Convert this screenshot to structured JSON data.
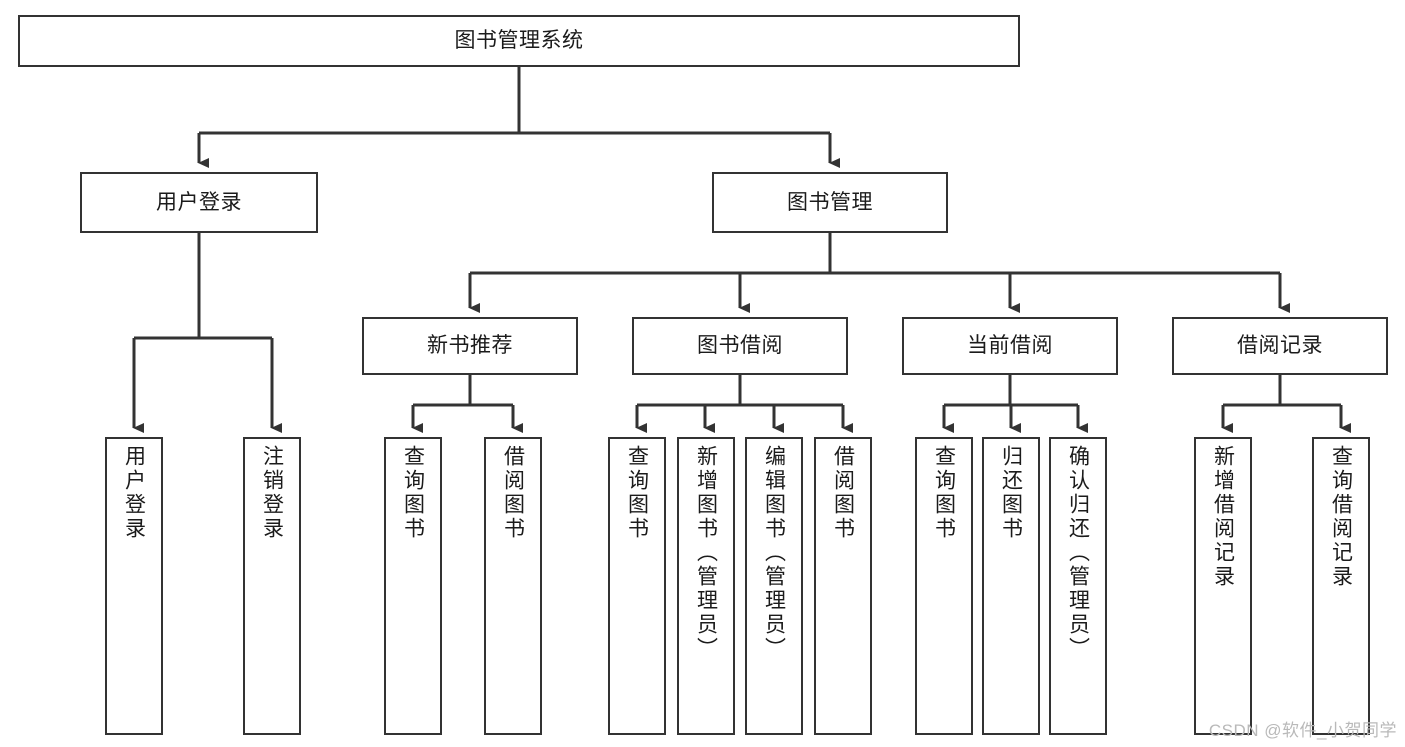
{
  "diagram": {
    "type": "tree-hierarchy",
    "title": "图书管理系统",
    "watermark": "CSDN @软件_小贺同学",
    "colors": {
      "box_border": "#333333",
      "box_fill": "#ffffff",
      "connector": "#333333",
      "text": "#1b1b1b",
      "watermark": "#b9b9b9",
      "background": "#ffffff"
    },
    "levels": {
      "root": {
        "label": "图书管理系统",
        "orientation": "horizontal"
      },
      "level2": [
        {
          "label": "用户登录",
          "orientation": "horizontal"
        },
        {
          "label": "图书管理",
          "orientation": "horizontal"
        }
      ],
      "level3": [
        {
          "label": "新书推荐",
          "orientation": "horizontal",
          "parent": "图书管理"
        },
        {
          "label": "图书借阅",
          "orientation": "horizontal",
          "parent": "图书管理"
        },
        {
          "label": "当前借阅",
          "orientation": "horizontal",
          "parent": "图书管理"
        },
        {
          "label": "借阅记录",
          "orientation": "horizontal",
          "parent": "图书管理"
        }
      ],
      "leaves": [
        {
          "label": "用户登录",
          "orientation": "vertical",
          "parent": "用户登录"
        },
        {
          "label": "注销登录",
          "orientation": "vertical",
          "parent": "用户登录"
        },
        {
          "label": "查询图书",
          "orientation": "vertical",
          "parent": "新书推荐"
        },
        {
          "label": "借阅图书",
          "orientation": "vertical",
          "parent": "新书推荐"
        },
        {
          "label": "查询图书",
          "orientation": "vertical",
          "parent": "图书借阅"
        },
        {
          "label": "新增图书（管理员）",
          "orientation": "vertical",
          "parent": "图书借阅"
        },
        {
          "label": "编辑图书（管理员）",
          "orientation": "vertical",
          "parent": "图书借阅"
        },
        {
          "label": "借阅图书",
          "orientation": "vertical",
          "parent": "图书借阅"
        },
        {
          "label": "查询图书",
          "orientation": "vertical",
          "parent": "当前借阅"
        },
        {
          "label": "归还图书",
          "orientation": "vertical",
          "parent": "当前借阅"
        },
        {
          "label": "确认归还（管理员）",
          "orientation": "vertical",
          "parent": "当前借阅"
        },
        {
          "label": "新增借阅记录",
          "orientation": "vertical",
          "parent": "借阅记录"
        },
        {
          "label": "查询借阅记录",
          "orientation": "vertical",
          "parent": "借阅记录"
        }
      ]
    }
  }
}
